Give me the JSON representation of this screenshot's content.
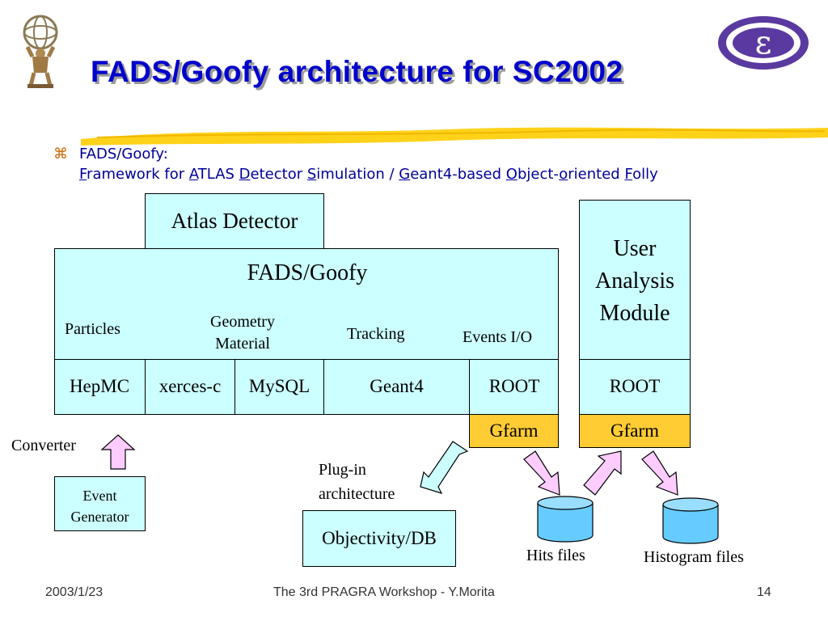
{
  "slide": {
    "title": "FADS/Goofy architecture for SC2002",
    "bullet_head": "FADS/Goofy:",
    "bullet_parts": [
      "F",
      "ramework for ",
      "A",
      "TLAS ",
      "D",
      "etector ",
      "S",
      "imulation / ",
      "G",
      "eant4-based ",
      "O",
      "bject-",
      "o",
      "riented ",
      "F",
      "olly"
    ],
    "colors": {
      "title": "#0000cc",
      "bullet": "#000099",
      "box_fill": "#ccffff",
      "gfarm_fill": "#ffcc33",
      "arrow_pink": "#ffccff",
      "cylinder": "#66ccff"
    }
  },
  "diagram": {
    "atlas_detector": "Atlas Detector",
    "fads_goofy": "FADS/Goofy",
    "sub_labels": {
      "particles": "Particles",
      "geometry_material": [
        "Geometry",
        "Material"
      ],
      "tracking": "Tracking",
      "events_io": "Events I/O"
    },
    "libs": [
      "HepMC",
      "xerces-c",
      "MySQL",
      "Geant4",
      "ROOT"
    ],
    "gfarm_left": "Gfarm",
    "user_analysis": [
      "User",
      "Analysis",
      "Module"
    ],
    "user_root": "ROOT",
    "gfarm_right": "Gfarm",
    "converter": "Converter",
    "event_generator": [
      "Event",
      "Generator"
    ],
    "plugin": [
      "Plug-in",
      "architecture"
    ],
    "objectivity": "Objectivity/DB",
    "hits_files": "Hits files",
    "histogram_files": "Histogram files"
  },
  "footer": {
    "date": "2003/1/23",
    "center": "The 3rd PRAGRA Workshop - Y.Morita",
    "page": "14"
  },
  "icons": [
    "atlas-statue-icon",
    "kek-logo-icon",
    "bullet-z-icon",
    "up-arrow-icon",
    "double-arrow-icon",
    "down-arrow-icon",
    "database-cylinder-icon"
  ]
}
